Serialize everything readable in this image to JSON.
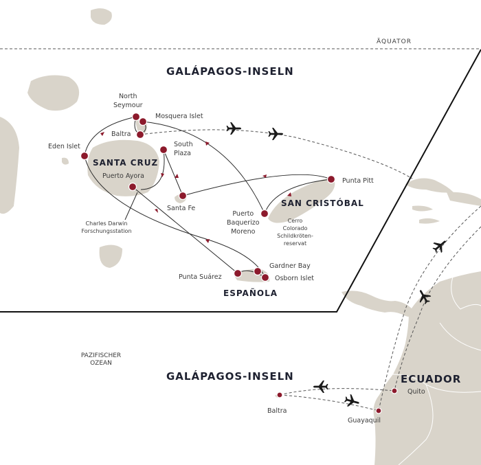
{
  "equator_label": "ÄQUATOR",
  "inset": {
    "title": "GALÁPAGOS-INSELN",
    "islands": {
      "santa_cruz": "SANTA CRUZ",
      "san_cristobal": "SAN CRISTÓBAL",
      "espanola": "ESPAÑOLA"
    },
    "stops": {
      "north_seymour": [
        "North",
        "Seymour"
      ],
      "mosquera": "Mosquera Islet",
      "baltra": "Baltra",
      "eden": "Eden Islet",
      "south_plaza": [
        "South",
        "Plaza"
      ],
      "puerto_ayora": "Puerto Ayora",
      "santa_fe": "Santa Fe",
      "puerto_baquerizo": [
        "Puerto",
        "Baquerizo",
        "Moreno"
      ],
      "punta_pitt": "Punta Pitt",
      "punta_suarez": "Punta Suárez",
      "gardner_bay": "Gardner Bay",
      "osborn": "Osborn Islet"
    },
    "pois": {
      "darwin": [
        "Charles Darwin",
        "Forschungsstation"
      ],
      "cerro": [
        "Cerro",
        "Colorado",
        "Schildkröten-",
        "reservat"
      ]
    }
  },
  "overview": {
    "ocean": [
      "PAZIFISCHER",
      "OZEAN"
    ],
    "galapagos": "GALÁPAGOS-INSELN",
    "country": "ECUADOR",
    "cities": {
      "quito": "Quito",
      "guayaquil": "Guayaquil",
      "baltra": "Baltra"
    }
  },
  "colors": {
    "land": "#d9d4ca",
    "stop": "#8c1a2c",
    "route": "#2a2a2a",
    "text": "#1e2130"
  }
}
